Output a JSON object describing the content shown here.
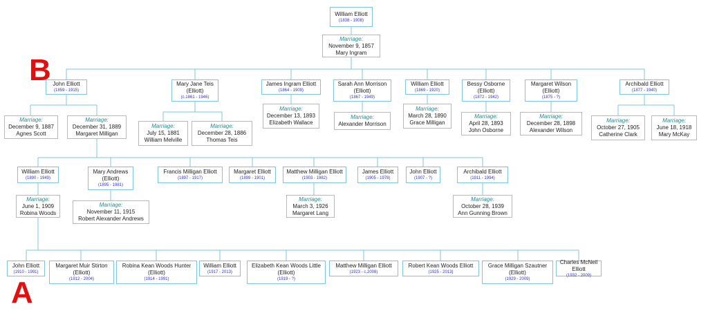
{
  "colors": {
    "connector": "#7cc4e0",
    "person_border": "#7cc4e0",
    "marriage_border": "#b8b8b8",
    "dates": "#3333cc",
    "marriage_label": "#2a8a8a",
    "marker": "#e01010"
  },
  "markers": {
    "a": "A",
    "b": "B"
  },
  "people": [
    {
      "id": "p1",
      "name": "William Elliott",
      "dates": "(1838 - 1908)"
    },
    {
      "id": "p2",
      "name": "John Elliott",
      "dates": "(1859 - 1915)"
    },
    {
      "id": "p3",
      "name": "Mary Jane Teis (Elliott)",
      "dates": "(c.1861 - 1946)"
    },
    {
      "id": "p4",
      "name": "James Ingram Elliott",
      "dates": "(1864 - 1909)"
    },
    {
      "id": "p5",
      "name": "Sarah Ann Morrison (Elliott)",
      "dates": "(1867 - 1949)"
    },
    {
      "id": "p6",
      "name": "William Elliott",
      "dates": "(1869 - 1920)"
    },
    {
      "id": "p7",
      "name": "Bessy Osborne (Elliott)",
      "dates": "(1872 - 1942)"
    },
    {
      "id": "p8",
      "name": "Margaret Wilson (Elliott)",
      "dates": "(1875 - ?)"
    },
    {
      "id": "p9",
      "name": "Archibald Elliott",
      "dates": "(1877 - 1940)"
    },
    {
      "id": "p10",
      "name": "William Elliott",
      "dates": "(1890 - 1949)"
    },
    {
      "id": "p11",
      "name": "Mary Andrews (Elliott)",
      "dates": "(1895 - 1981)"
    },
    {
      "id": "p12",
      "name": "Francis Milligan Elliott",
      "dates": "(1897 - 1917)"
    },
    {
      "id": "p13",
      "name": "Margaret Elliott",
      "dates": "(1899 - 1901)"
    },
    {
      "id": "p14",
      "name": "Matthew Milligan Elliott",
      "dates": "(1903 - 1982)"
    },
    {
      "id": "p15",
      "name": "James Elliott",
      "dates": "(1905 - 1978)"
    },
    {
      "id": "p16",
      "name": "John Elliott",
      "dates": "(1907 - ?)"
    },
    {
      "id": "p17",
      "name": "Archibald Elliott",
      "dates": "(1911 - 1994)"
    },
    {
      "id": "p18",
      "name": "John Elliott",
      "dates": "(1910 - 1991)"
    },
    {
      "id": "p19",
      "name": "Margaret Muir Stirton (Elliott)",
      "dates": "(1912 - 2004)"
    },
    {
      "id": "p20",
      "name": "Robina Kean Woods Hunter (Elliott)",
      "dates": "(1914 - 1991)"
    },
    {
      "id": "p21",
      "name": "William Elliott",
      "dates": "(1917 - 2013)"
    },
    {
      "id": "p22",
      "name": "Elizabeth Kean Woods Little (Elliott)",
      "dates": "(1919 - ?)"
    },
    {
      "id": "p23",
      "name": "Matthew Milligan Elliott",
      "dates": "(1923 - c.2008)"
    },
    {
      "id": "p24",
      "name": "Robert Kean Woods Elliott",
      "dates": "(1925 - 2013)"
    },
    {
      "id": "p25",
      "name": "Grace Milligan Szautner (Elliott)",
      "dates": "(1929 - 2009)"
    },
    {
      "id": "p26",
      "name": "Charles McNeil Elliott",
      "dates": "(1932 - 2009)"
    }
  ],
  "marriages": [
    {
      "id": "m1",
      "label": "Marriage:",
      "date": "November 9, 1857",
      "spouse": "Mary Ingram"
    },
    {
      "id": "m2",
      "label": "Marriage:",
      "date": "December 9, 1887",
      "spouse": "Agnes Scott"
    },
    {
      "id": "m3",
      "label": "Marriage:",
      "date": "December 31, 1889",
      "spouse": "Margaret Milligan"
    },
    {
      "id": "m4",
      "label": "Marriage:",
      "date": "July 15, 1881",
      "spouse": "William Melville"
    },
    {
      "id": "m5",
      "label": "Marriage:",
      "date": "December 28, 1886",
      "spouse": "Thomas Teis"
    },
    {
      "id": "m6",
      "label": "Marriage:",
      "date": "December 13, 1893",
      "spouse": "Elizabeth Wallace"
    },
    {
      "id": "m7",
      "label": "Marriage:",
      "date": "",
      "spouse": "Alexander Morrison"
    },
    {
      "id": "m8",
      "label": "Marriage:",
      "date": "March 28, 1890",
      "spouse": "Grace Milligan"
    },
    {
      "id": "m9",
      "label": "Marriage:",
      "date": "April 28, 1893",
      "spouse": "John Osborne"
    },
    {
      "id": "m10",
      "label": "Marriage:",
      "date": "December 28, 1898",
      "spouse": "Alexander Wilson"
    },
    {
      "id": "m11",
      "label": "Marriage:",
      "date": "October 27, 1905",
      "spouse": "Catherine Clark"
    },
    {
      "id": "m12",
      "label": "Marriage:",
      "date": "June 18, 1918",
      "spouse": "Mary McKay"
    },
    {
      "id": "m13",
      "label": "Marriage:",
      "date": "June 1, 1909",
      "spouse": "Robina Woods"
    },
    {
      "id": "m14",
      "label": "Marriage:",
      "date": "November 11, 1915",
      "spouse": "Robert Alexander Andrews"
    },
    {
      "id": "m15",
      "label": "Marriage:",
      "date": "March 3, 1926",
      "spouse": "Margaret Lang"
    },
    {
      "id": "m16",
      "label": "Marriage:",
      "date": "October 28, 1939",
      "spouse": "Ann Gunning Brown"
    }
  ]
}
